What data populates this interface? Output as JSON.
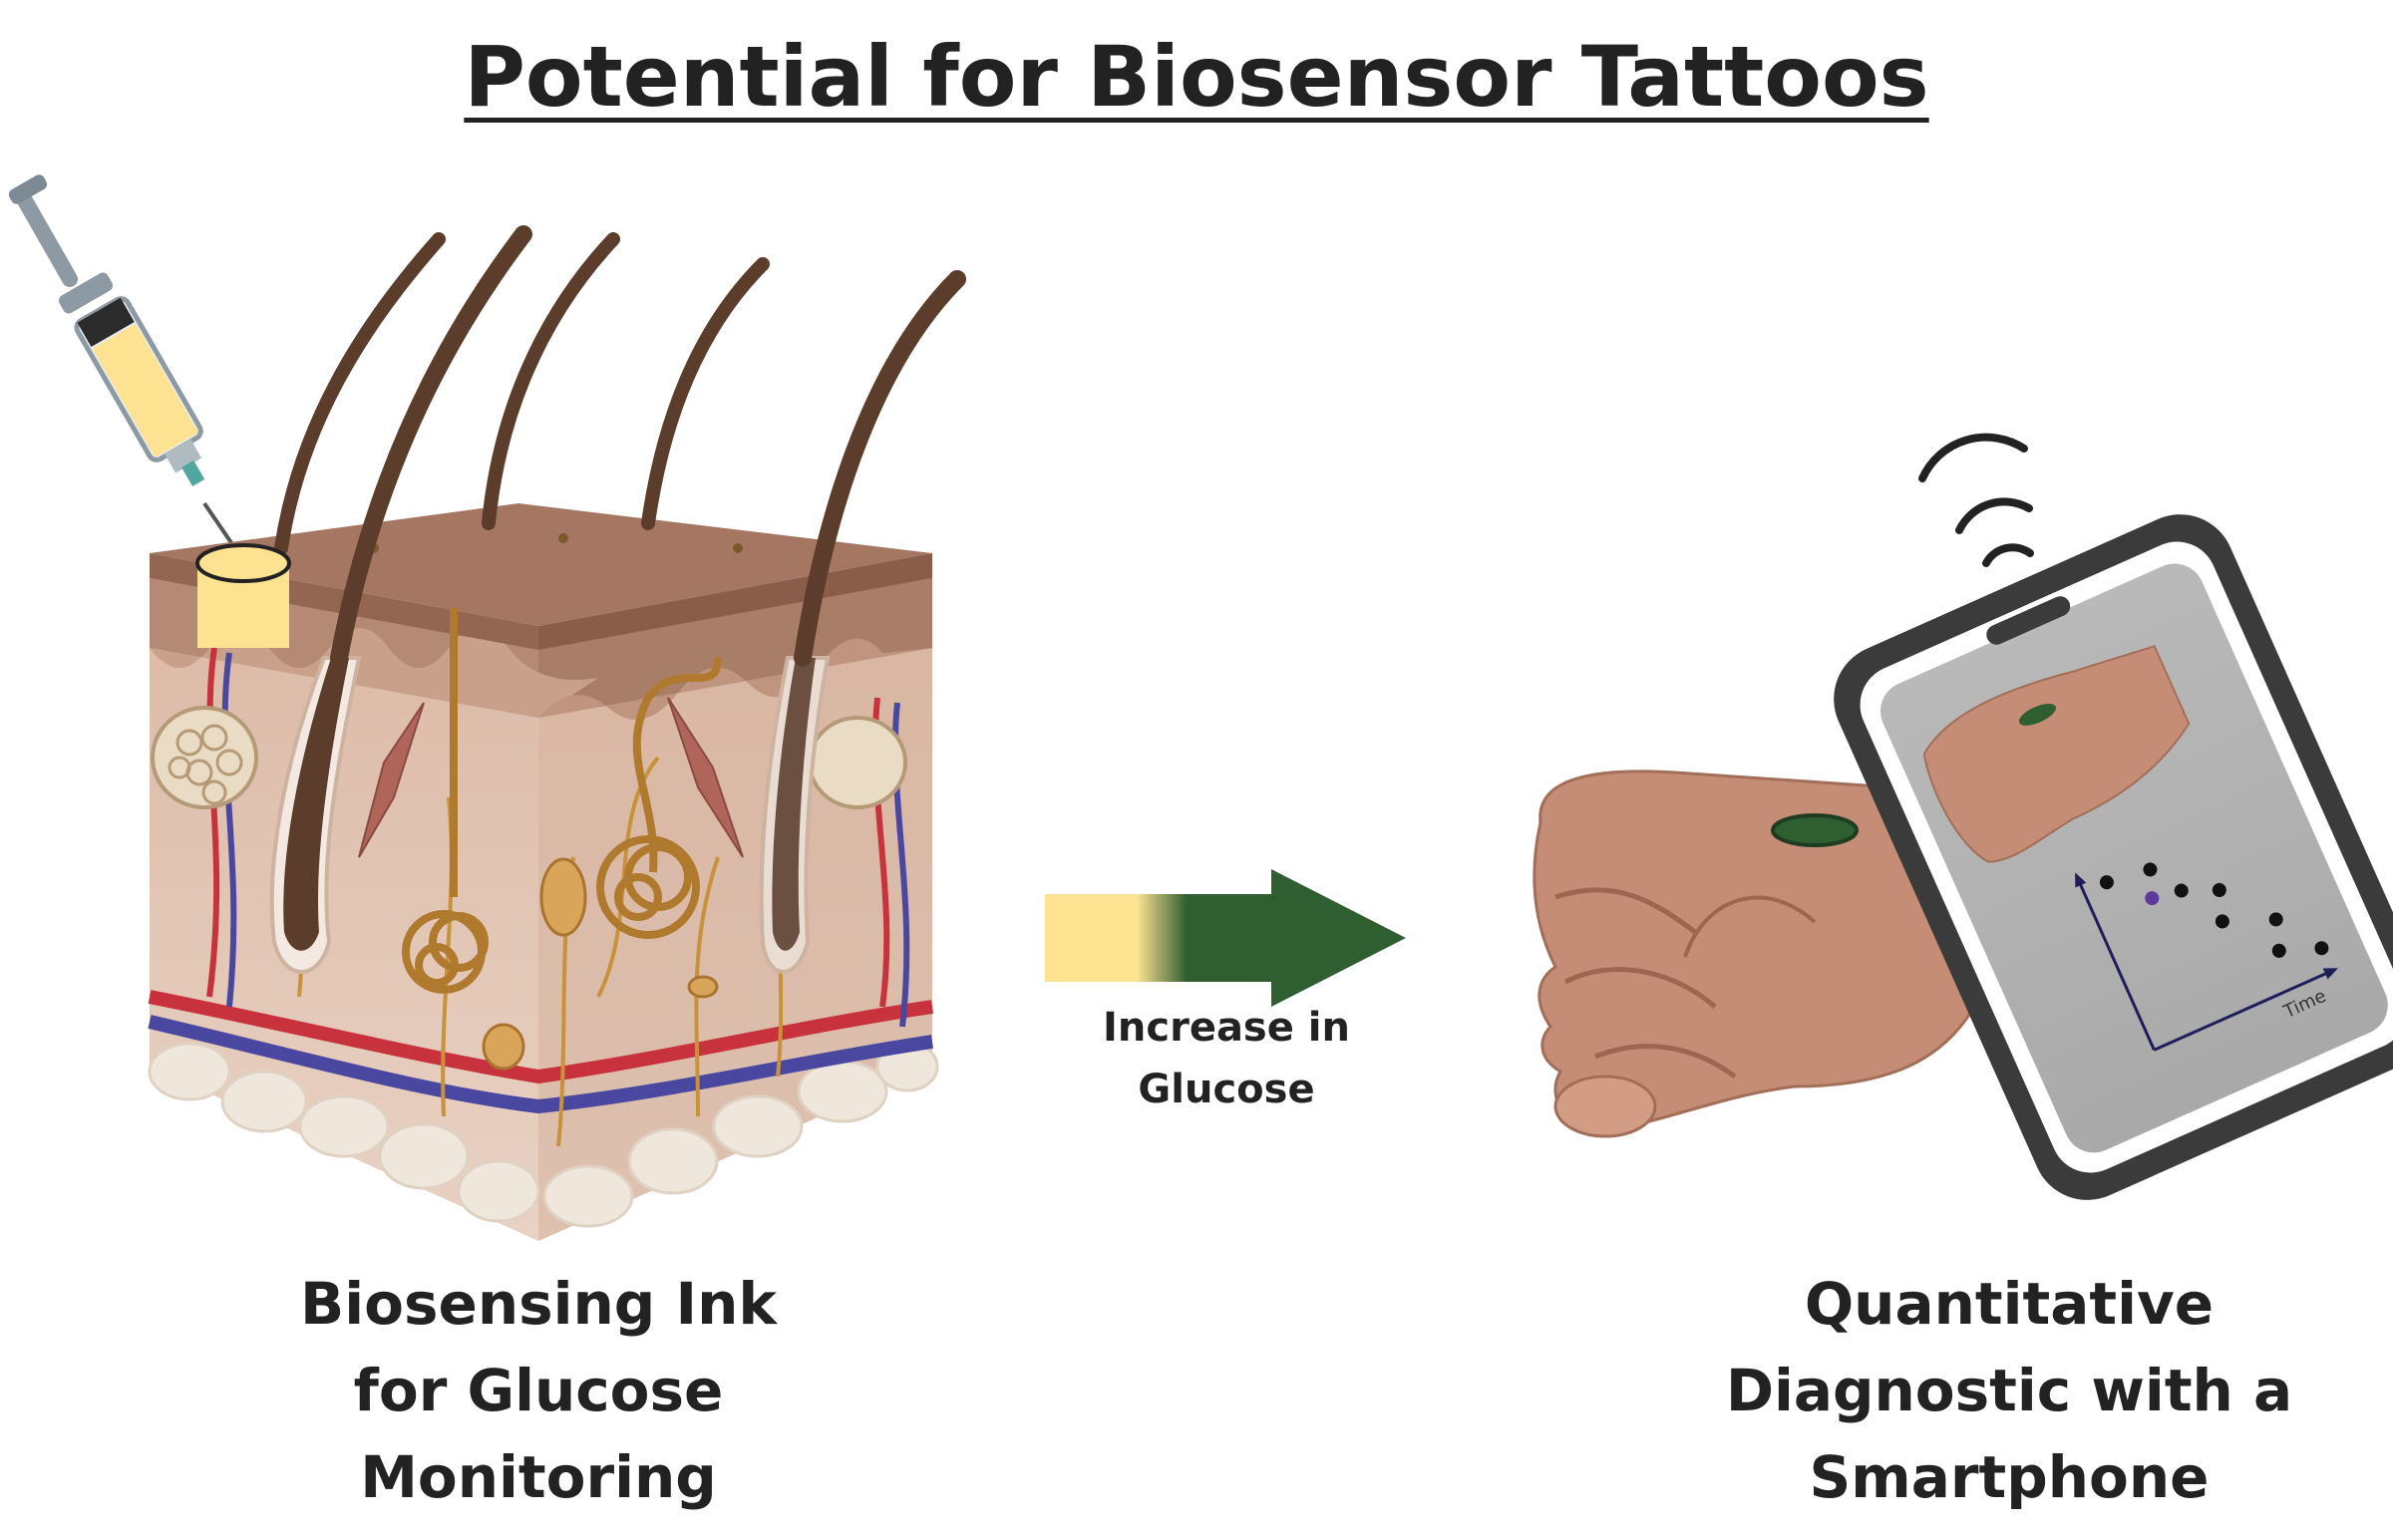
{
  "title": "Potential for Biosensor Tattoos",
  "left_caption": {
    "line1": "Biosensing Ink",
    "line2": "for Glucose",
    "line3": "Monitoring"
  },
  "arrow_label": {
    "line1": "Increase in",
    "line2": "Glucose"
  },
  "right_caption": {
    "line1": "Quantitative",
    "line2": "Diagnostic with a",
    "line3": "Smartphone"
  },
  "phone_graph": {
    "x_axis_label": "Time"
  },
  "colors": {
    "ink_yellow": "#fde391",
    "sensor_green": "#2f5e31",
    "skin_tone": "#c58d75",
    "phone_frame": "#3b3b3b",
    "hair_brown": "#5c3d2b",
    "artery_red": "#c8323c",
    "vein_blue": "#4a47a0"
  }
}
